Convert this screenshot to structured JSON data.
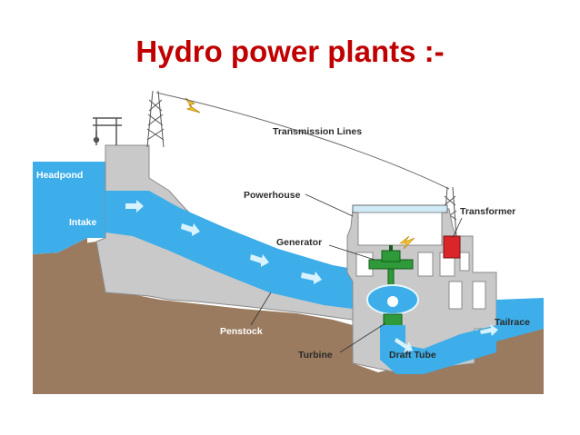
{
  "title": "Hydro power plants :-",
  "colors": {
    "title": "#c00000",
    "water": "#3daee9",
    "ground": "#9a7b5f",
    "concrete": "#c9c9c9",
    "transformer": "#d9262b",
    "turbine": "#2f9a3a"
  },
  "labels": {
    "transmission_lines": "Transmission Lines",
    "headpond": "Headpond",
    "powerhouse": "Powerhouse",
    "transformer": "Transformer",
    "intake": "Intake",
    "generator": "Generator",
    "tailrace": "Tailrace",
    "penstock": "Penstock",
    "turbine": "Turbine",
    "draft_tube": "Draft Tube"
  }
}
